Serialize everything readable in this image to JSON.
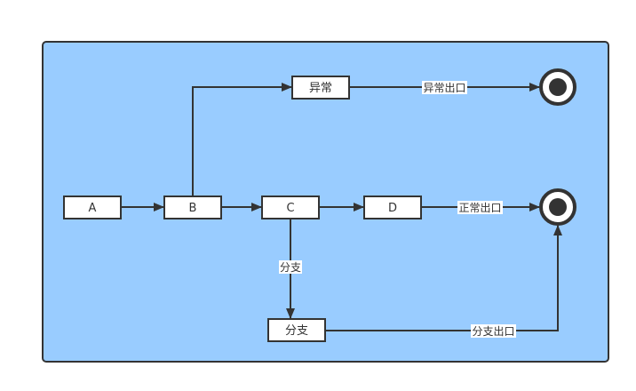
{
  "diagram": {
    "colors": {
      "container_fill": "#99ccff",
      "stroke": "#333333",
      "node_fill": "#ffffff",
      "end_inner": "#333333"
    },
    "nodes": {
      "a": {
        "label": "A"
      },
      "b": {
        "label": "B"
      },
      "c": {
        "label": "C"
      },
      "d": {
        "label": "D"
      },
      "exception": {
        "label": "异常"
      },
      "branch": {
        "label": "分支"
      }
    },
    "end_states": [
      "exception-exit",
      "normal-exit"
    ],
    "edges": [
      {
        "from": "A",
        "to": "B",
        "label": ""
      },
      {
        "from": "B",
        "to": "异常",
        "label": ""
      },
      {
        "from": "B",
        "to": "C",
        "label": ""
      },
      {
        "from": "C",
        "to": "D",
        "label": ""
      },
      {
        "from": "C",
        "to": "分支",
        "label": "分支"
      },
      {
        "from": "异常",
        "to": "end-top",
        "label": "异常出口"
      },
      {
        "from": "D",
        "to": "end-middle",
        "label": "正常出口"
      },
      {
        "from": "分支",
        "to": "end-middle",
        "label": "分支出口"
      }
    ],
    "edge_labels": {
      "exception_exit": "异常出口",
      "normal_exit": "正常出口",
      "branch_edge": "分支",
      "branch_exit": "分支出口"
    }
  }
}
